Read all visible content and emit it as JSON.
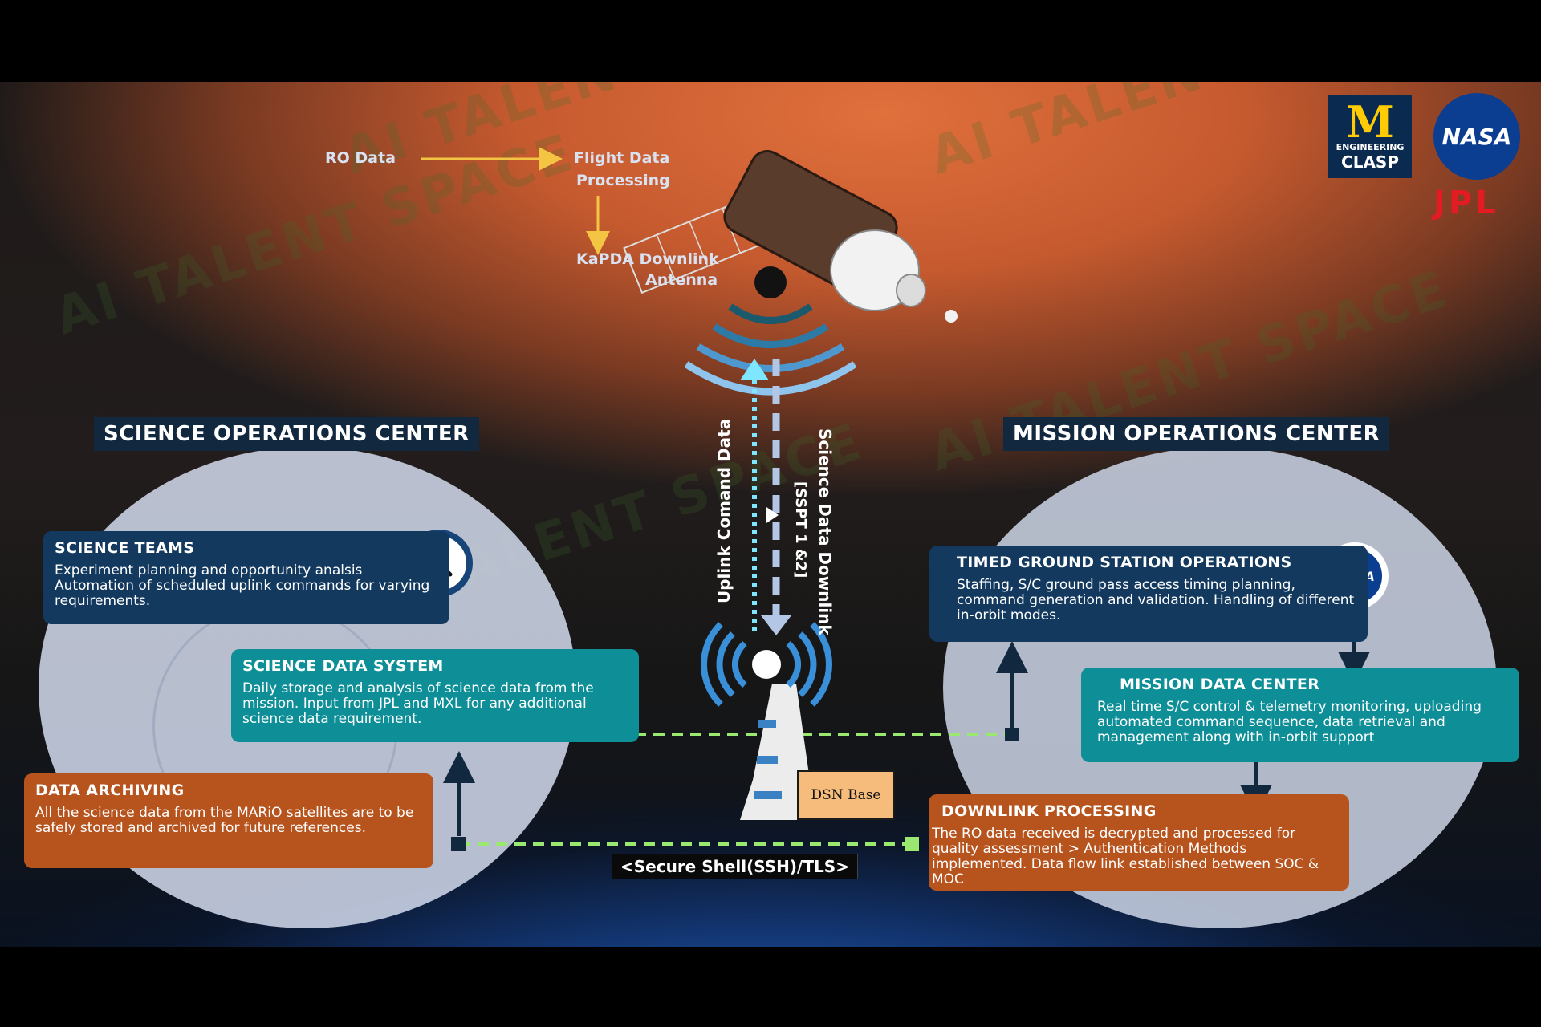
{
  "watermark": "AI TALENT SPACE",
  "logos": {
    "um_letter": "M",
    "um_line1": "ENGINEERING",
    "um_line2": "CLASP",
    "nasa": "NASA",
    "jpl": "JPL"
  },
  "orbit": {
    "ro_data": "RO  Data",
    "flight_data": "Flight Data",
    "flight_data2": "Processing",
    "kapda": "KaPDA Downlink",
    "kapda2": "Antenna"
  },
  "links": {
    "uplink": "Uplink Comand Data",
    "downlink": "Science Data Downlink",
    "downlink_sub": "[SSPT 1 &2]",
    "ssh": "<Secure Shell(SSH)/TLS>",
    "dsn": "DSN Base"
  },
  "soc": {
    "title": "SCIENCE OPERATIONS CENTER",
    "science_teams": {
      "title": "SCIENCE TEAMS",
      "body": "Experiment planning and opportunity analsis Automation of scheduled uplink commands for varying requirements."
    },
    "science_data_system": {
      "title": "SCIENCE DATA SYSTEM",
      "body": "Daily storage and analysis of science data from the mission. Input from JPL and MXL for any additional science data requirement."
    },
    "data_archiving": {
      "title": "DATA ARCHIVING",
      "body": "All the science data from the MARiO satellites are to be safely stored and archived for future references."
    }
  },
  "moc": {
    "title": "MISSION OPERATIONS CENTER",
    "badge": "NASA",
    "timed_ground": {
      "title": "TIMED GROUND STATION OPERATIONS",
      "body": "Staffing, S/C ground pass access timing planning, command generation and validation. Handling of different in-orbit modes."
    },
    "mission_data_center": {
      "title": "MISSION DATA CENTER",
      "body": "Real time S/C control & telemetry monitoring, uploading automated command sequence, data retrieval and management along with in-orbit support"
    },
    "downlink_processing": {
      "title": "DOWNLINK PROCESSING",
      "body": "The RO data received is decrypted and processed for quality assessment > Authentication Methods implemented. Data flow link established between SOC & MOC"
    }
  },
  "colors": {
    "navy": "#13395f",
    "teal": "#0e8f98",
    "orange": "#b7531d",
    "dash_green": "#9be870",
    "uplink_cyan": "#7fe6ff"
  }
}
